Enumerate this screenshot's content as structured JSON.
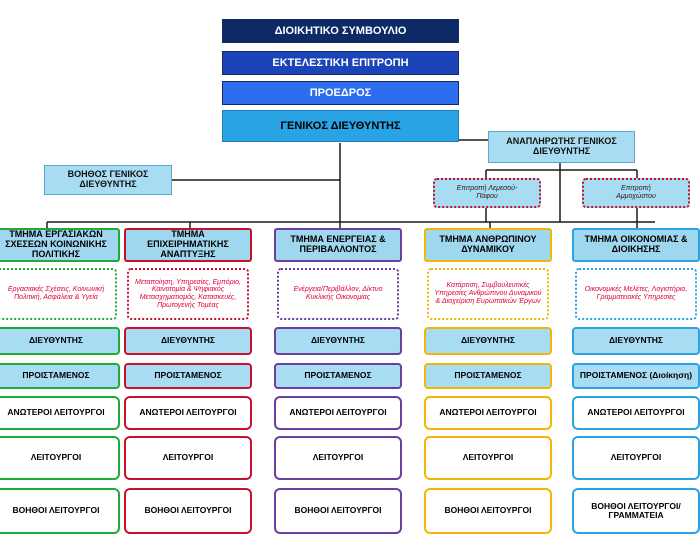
{
  "top": {
    "board": "ΔΙΟΙΚΗΤΙΚΟ ΣΥΜΒΟΥΛΙΟ",
    "executive": "ΕΚΤΕΛΕΣΤΙΚΗ ΕΠΙΤΡΟΠΗ",
    "president": "ΠΡΟΕΔΡΟΣ",
    "gm": "ΓΕΝΙΚΟΣ ΔΙΕΥΘΥΝΤΗΣ"
  },
  "assistant_gm": "ΒΟΗΘΟΣ ΓΕΝΙΚΟΣ ΔΙΕΥΘΥΝΤΗΣ",
  "deputy_gm": "ΑΝΑΠΛΗΡΩΤΗΣ ΓΕΝΙΚΟΣ ΔΙΕΥΘΥΝΤΗΣ",
  "committees": [
    {
      "label": "Επιτροπή Λεμεσού-Πάφου"
    },
    {
      "label": "Επιτροπή Αμμοχώστου"
    }
  ],
  "colors": {
    "board": "#0d2a66",
    "executive": "#1b44b8",
    "president": "#2d6ef0",
    "gm": "#2aa3e4",
    "light": "#a8dcf2"
  },
  "departments": [
    {
      "title": "ΤΜΗΜΑ ΕΡΓΑΣΙΑΚΩΝ ΣΧΕΣΕΩΝ ΚΟΙΝΩΝΙΚΗΣ ΠΟΛΙΤΙΚΗΣ",
      "color": "#1faa3a",
      "subtitle": "Εργασιακές Σχέσεις, Κοινωνική Πολιτική, Ασφάλεια & Υγεία",
      "director": "ΔΙΕΥΘΥΝΤΗΣ",
      "head": "ΠΡΟΙΣΤΑΜΕΝΟΣ",
      "senior": "ΑΝΩΤΕΡΟΙ ΛΕΙΤΟΥΡΓΟΙ",
      "officers": "ΛΕΙΤΟΥΡΓΟΙ",
      "assistants": "ΒΟΗΘΟΙ ΛΕΙΤΟΥΡΓΟΙ"
    },
    {
      "title": "ΤΜΗΜΑ ΕΠΙΧΕΙΡΗΜΑΤΙΚΗΣ ΑΝΑΠΤΥΞΗΣ",
      "color": "#c8102e",
      "subtitle": "Μεταποίηση, Υπηρεσίες, Εμπόριο, Καινοτομία & Ψηφιακός Μετασχηματισμός, Κατασκευές, Πρωτογενής Τομέας",
      "director": "ΔΙΕΥΘΥΝΤΗΣ",
      "head": "ΠΡΟΙΣΤΑΜΕΝΟΣ",
      "senior": "ΑΝΩΤΕΡΟΙ ΛΕΙΤΟΥΡΓΟΙ",
      "officers": "ΛΕΙΤΟΥΡΓΟΙ",
      "assistants": "ΒΟΗΘΟΙ ΛΕΙΤΟΥΡΓΟΙ"
    },
    {
      "title": "ΤΜΗΜΑ ΕΝΕΡΓΕΙΑΣ & ΠΕΡΙΒΑΛΛΟΝΤΟΣ",
      "color": "#6b3fa0",
      "subtitle": "Ενέργεια/Περιβάλλον, Δίκτυο Κυκλικής Οικονομίας",
      "director": "ΔΙΕΥΘΥΝΤΗΣ",
      "head": "ΠΡΟΙΣΤΑΜΕΝΟΣ",
      "senior": "ΑΝΩΤΕΡΟΙ ΛΕΙΤΟΥΡΓΟΙ",
      "officers": "ΛΕΙΤΟΥΡΓΟΙ",
      "assistants": "ΒΟΗΘΟΙ ΛΕΙΤΟΥΡΓΟΙ"
    },
    {
      "title": "ΤΜΗΜΑ ΑΝΘΡΩΠΙΝΟΥ ΔΥΝΑΜΙΚΟΥ",
      "color": "#f2b705",
      "subtitle": "Κατάρτιση, Συμβουλευτικές Υπηρεσίες Ανθρώπινου Δυναμικού & Διαχείριση Ευρωπαϊκών Έργων",
      "director": "ΔΙΕΥΘΥΝΤΗΣ",
      "head": "ΠΡΟΙΣΤΑΜΕΝΟΣ",
      "senior": "ΑΝΩΤΕΡΟΙ ΛΕΙΤΟΥΡΓΟΙ",
      "officers": "ΛΕΙΤΟΥΡΓΟΙ",
      "assistants": "ΒΟΗΘΟΙ ΛΕΙΤΟΥΡΓΟΙ"
    },
    {
      "title": "ΤΜΗΜΑ ΟΙΚΟΝΟΜΙΑΣ & ΔΙΟΙΚΗΣΗΣ",
      "color": "#2aa3e4",
      "subtitle": "Οικονομικές Μελέτες, Λογιστήριο, Γραμματειακές Υπηρεσίες",
      "director": "ΔΙΕΥΘΥΝΤΗΣ",
      "head": "ΠΡΟΙΣΤΑΜΕΝΟΣ (Διοίκηση)",
      "senior": "ΑΝΩΤΕΡΟΙ ΛΕΙΤΟΥΡΓΟΙ",
      "officers": "ΛΕΙΤΟΥΡΓΟΙ",
      "assistants": "ΒΟΗΘΟΙ ΛΕΙΤΟΥΡΓΟΙ/ ΓΡΑΜΜΑΤΕΙΑ"
    }
  ]
}
